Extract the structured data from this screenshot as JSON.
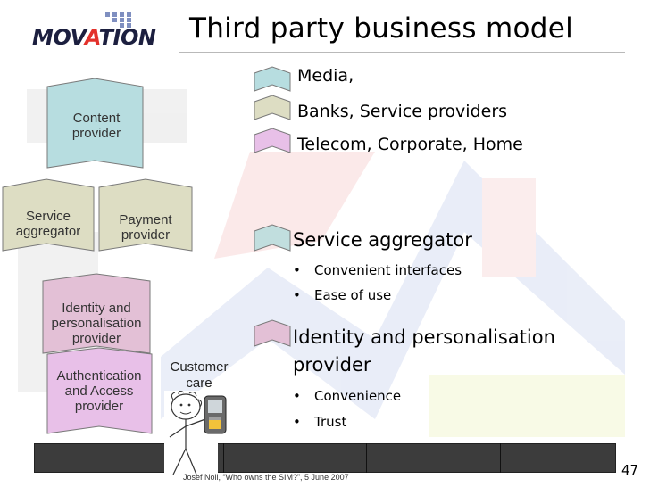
{
  "logo": {
    "text": "MOVATION",
    "accent_color": "#e3312b",
    "main_color": "#1c1f3f",
    "dot_color": "#7f8fc0"
  },
  "title": "Third party business model",
  "chain": [
    {
      "label": "Content\nprovider",
      "color": "#b7dde0"
    },
    {
      "label": "Service\naggregator",
      "color": "#ddddc3"
    },
    {
      "label": "Payment\nprovider",
      "color": "#ddddc3"
    },
    {
      "label": "Identity and\npersonalisation\nprovider",
      "color": "#e3c0d6"
    },
    {
      "label": "Authentication\nand Access\nprovider",
      "color": "#e8c0e8"
    }
  ],
  "legend": [
    {
      "label": "Media,",
      "color": "#b7dde0"
    },
    {
      "label": "Banks, Service providers",
      "color": "#ddddc3"
    },
    {
      "label": "Telecom, Corporate, Home",
      "color": "#e8c0e8"
    }
  ],
  "sections": [
    {
      "heading": "Service aggregator",
      "color": "#c1dede",
      "bullets": [
        "Convenient interfaces",
        "Ease of use"
      ]
    },
    {
      "heading": "Identity and personalisation",
      "heading_line2": "provider",
      "color": "#e3c0d6",
      "bullets": [
        "Convenience",
        "Trust"
      ]
    }
  ],
  "bullet_char": "•",
  "customer_care": "Customer\ncare",
  "footer": "Josef Noll, “Who owns the SIM?”, 5 June 2007",
  "page_number": "47"
}
